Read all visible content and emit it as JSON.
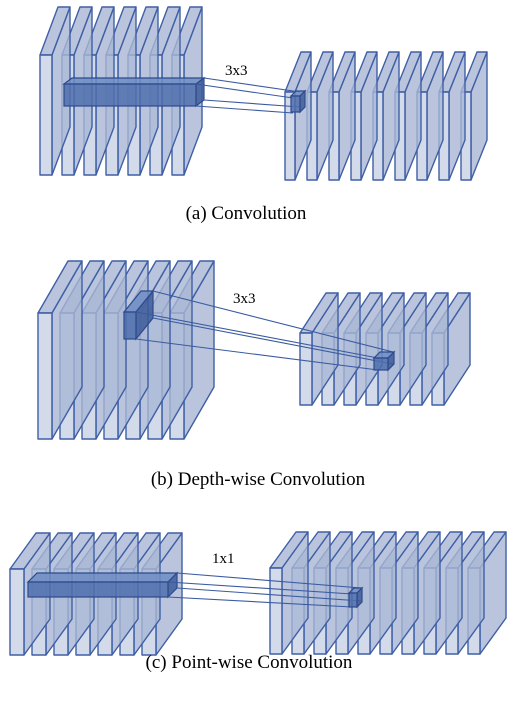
{
  "panels": [
    {
      "id": "a",
      "caption": "(a) Convolution",
      "kernel_label": "3x3"
    },
    {
      "id": "b",
      "caption": "(b) Depth-wise Convolution",
      "kernel_label": "3x3"
    },
    {
      "id": "c",
      "caption": "(c) Point-wise Convolution",
      "kernel_label": "1x1"
    }
  ],
  "colors": {
    "plate_fill": "#c6d0e4",
    "plate_stroke": "#3f5fa6",
    "kernel_fill": "#4f6fad"
  }
}
